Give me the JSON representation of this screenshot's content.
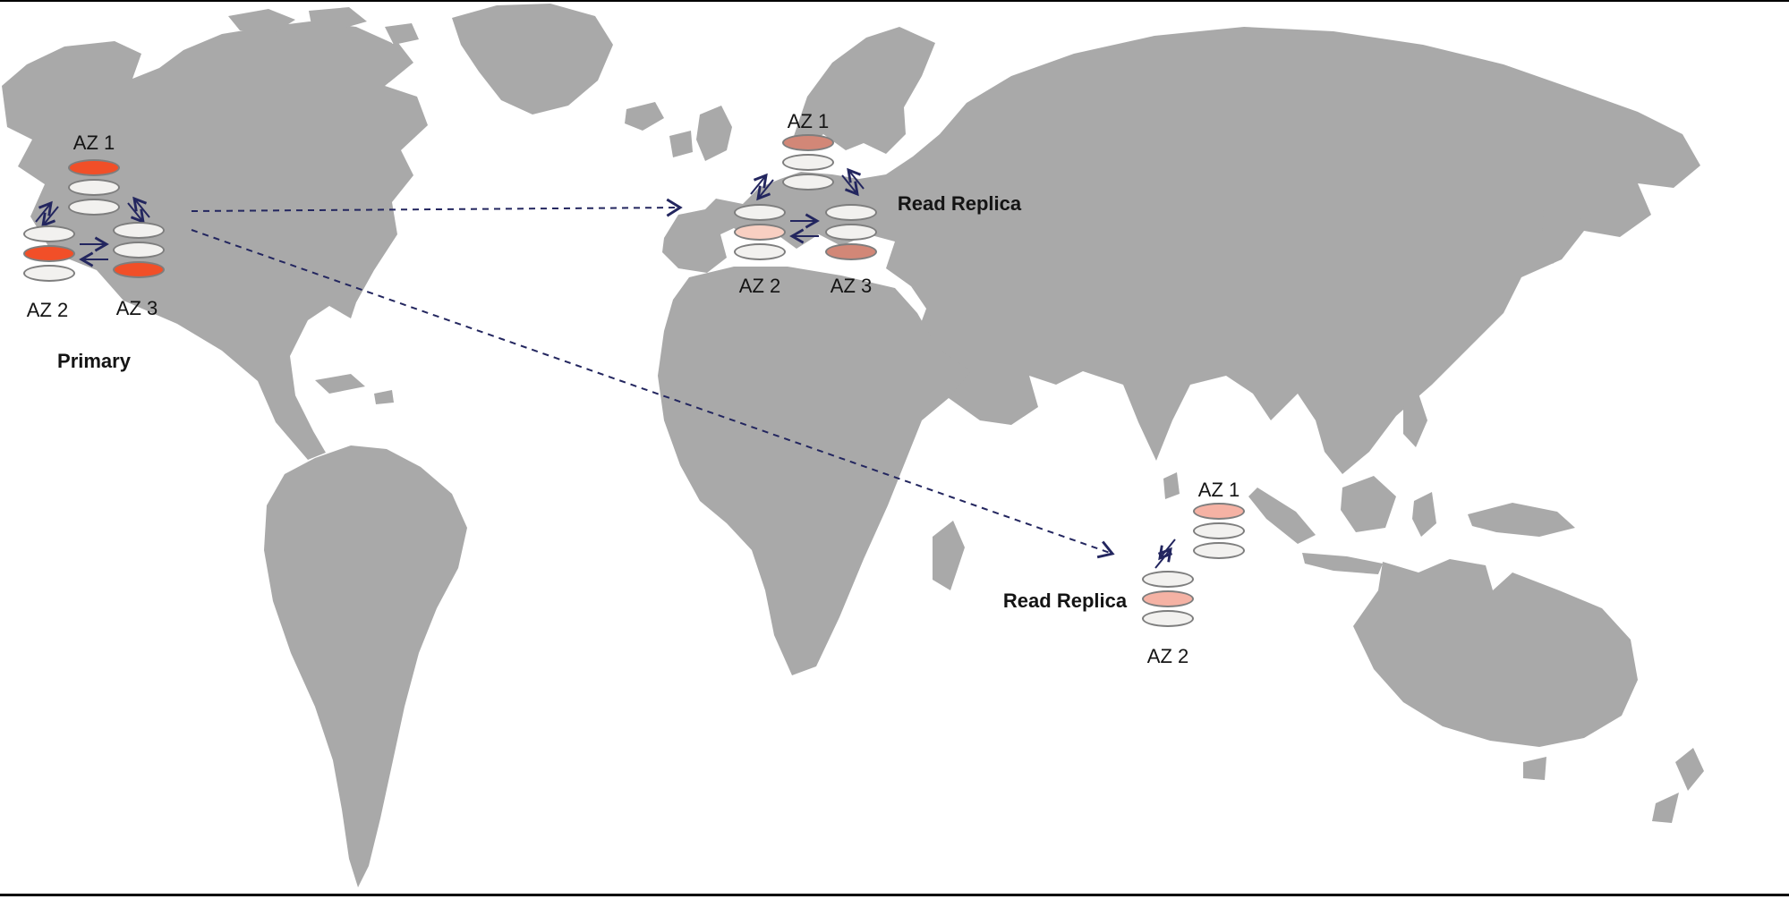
{
  "colors": {
    "map_land": "#a9a9a9",
    "primary_red": "#f14f28",
    "eu_salmon": "#d28777",
    "eu_pink": "#f8cfc2",
    "apac_pink": "#f5b2a4",
    "disk_base": "#f2f1ef",
    "disk_border": "#7e7e7e",
    "arrow_navy": "#23265f",
    "text": "#141414",
    "border_line": "#000000"
  },
  "clusters": {
    "primary": {
      "role": "Primary",
      "az1": "AZ 1",
      "az2": "AZ 2",
      "az3": "AZ 3"
    },
    "europe": {
      "role": "Read Replica",
      "az1": "AZ 1",
      "az2": "AZ 2",
      "az3": "AZ 3"
    },
    "apac": {
      "role": "Read Replica",
      "az1": "AZ 1",
      "az2": "AZ 2"
    }
  },
  "icons": {
    "database": "database-cylinder-stack",
    "intra_region_replication": "bidirectional-open-arrows",
    "cross_region_replication": "dashed-open-arrow"
  }
}
